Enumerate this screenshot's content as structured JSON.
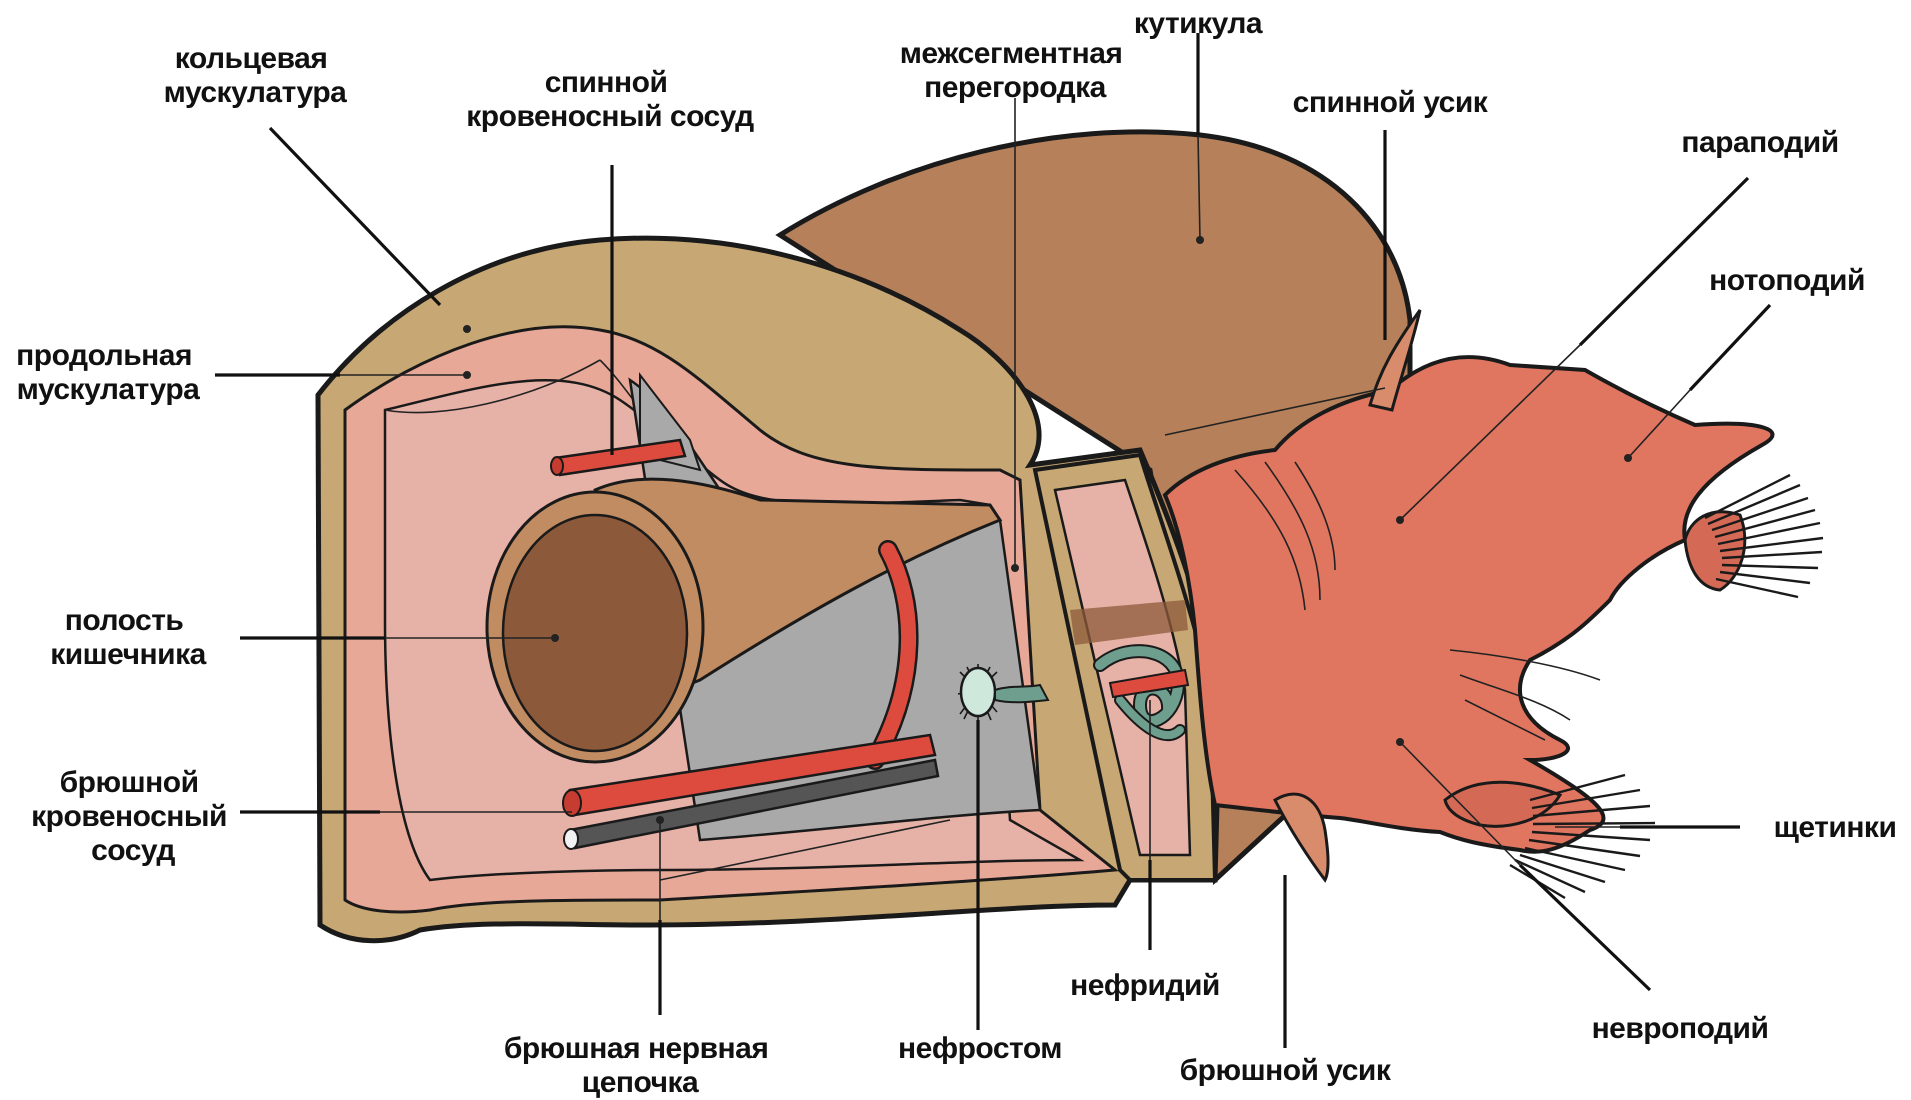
{
  "labels": {
    "circular_muscles": [
      "кольцевая",
      "мускулатура"
    ],
    "dorsal_vessel": [
      "спинной",
      "кровеносный сосуд"
    ],
    "septum": [
      "межсегментная",
      "перегородка"
    ],
    "cuticle": [
      "кутикула"
    ],
    "dorsal_cirrus": [
      "спинной усик"
    ],
    "parapodium": [
      "параподий"
    ],
    "notopodium": [
      "нотоподий"
    ],
    "longitudinal_muscles": [
      "продольная",
      "мускулатура"
    ],
    "gut_cavity": [
      "полость",
      "кишечника"
    ],
    "ventral_vessel": [
      "брюшной",
      "кровеносный",
      "сосуд"
    ],
    "chaetae": [
      "щетинки"
    ],
    "nephridium": [
      "нефридий"
    ],
    "neuropodium": [
      "невроподий"
    ],
    "nerve_cord": [
      "брюшная нервная",
      "цепочка"
    ],
    "nephrostome": [
      "нефростом"
    ],
    "ventral_cirrus": [
      "брюшной усик"
    ]
  },
  "colors": {
    "body": "#b5805a",
    "body_dark": "#a06a46",
    "cuticle_layer": "#c7a874",
    "muscle_pink": "#e8a898",
    "cavity_pink": "#e6b1a6",
    "gut": "#c18c62",
    "gut_lumen": "#8c5a3a",
    "vessel_red": "#dc4b3d",
    "nerve_gray": "#555555",
    "septum_gray": "#a9a9a9",
    "parapodium": "#e07560",
    "nephridium": "#6e9e8e",
    "outline": "#1a1a1a"
  }
}
